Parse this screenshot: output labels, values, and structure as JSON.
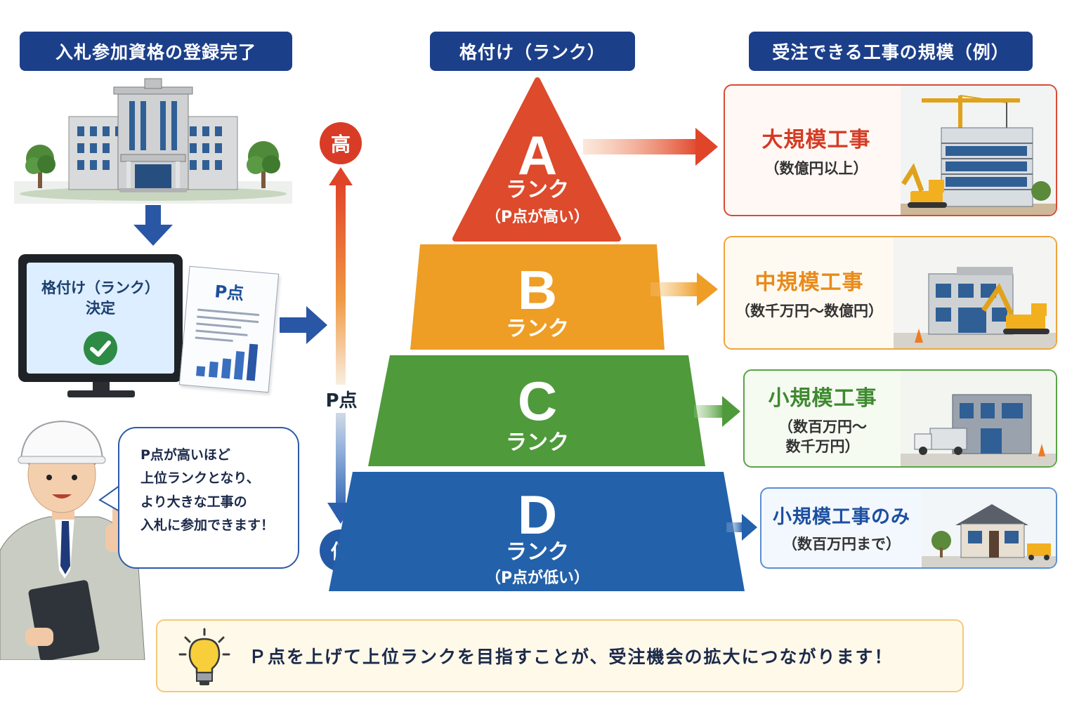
{
  "headers": {
    "left": "入札参加資格の登録完了",
    "middle": "格付け（ランク）",
    "right": "受注できる工事の規模（例）"
  },
  "monitor": {
    "line1": "格付け（ランク）",
    "line2": "決定"
  },
  "document": {
    "label": "P点"
  },
  "axis": {
    "high": "高",
    "low": "低",
    "label": "P点"
  },
  "pyramid": [
    {
      "letter": "A",
      "rank": "ランク",
      "note": "（P点が高い）",
      "color": "#dd4a2c"
    },
    {
      "letter": "B",
      "rank": "ランク",
      "note": "",
      "color": "#ee9d25"
    },
    {
      "letter": "C",
      "rank": "ランク",
      "note": "",
      "color": "#4f9a3a"
    },
    {
      "letter": "D",
      "rank": "ランク",
      "note": "（P点が低い）",
      "color": "#2361ab"
    }
  ],
  "cards": {
    "a": {
      "title": "大規模工事",
      "sub": "（数億円以上）"
    },
    "b": {
      "title": "中規模工事",
      "sub": "（数千万円〜数億円）"
    },
    "c": {
      "title": "小規模工事",
      "sub1": "（数百万円〜",
      "sub2": "数千万円）"
    },
    "d": {
      "title": "小規模工事のみ",
      "sub": "（数百万円まで）"
    }
  },
  "speech": {
    "line1": "P点が高いほど",
    "line2": "上位ランクとなり、",
    "line3": "より大きな工事の",
    "line4": "入札に参加できます！"
  },
  "tip": "Ｐ点を上げて上位ランクを目指すことが、受注機会の拡大につながります！",
  "colors": {
    "header": "#1c3f8a",
    "rank_a": "#dd4a2c",
    "rank_b": "#ee9d25",
    "rank_c": "#4f9a3a",
    "rank_d": "#2361ab"
  }
}
